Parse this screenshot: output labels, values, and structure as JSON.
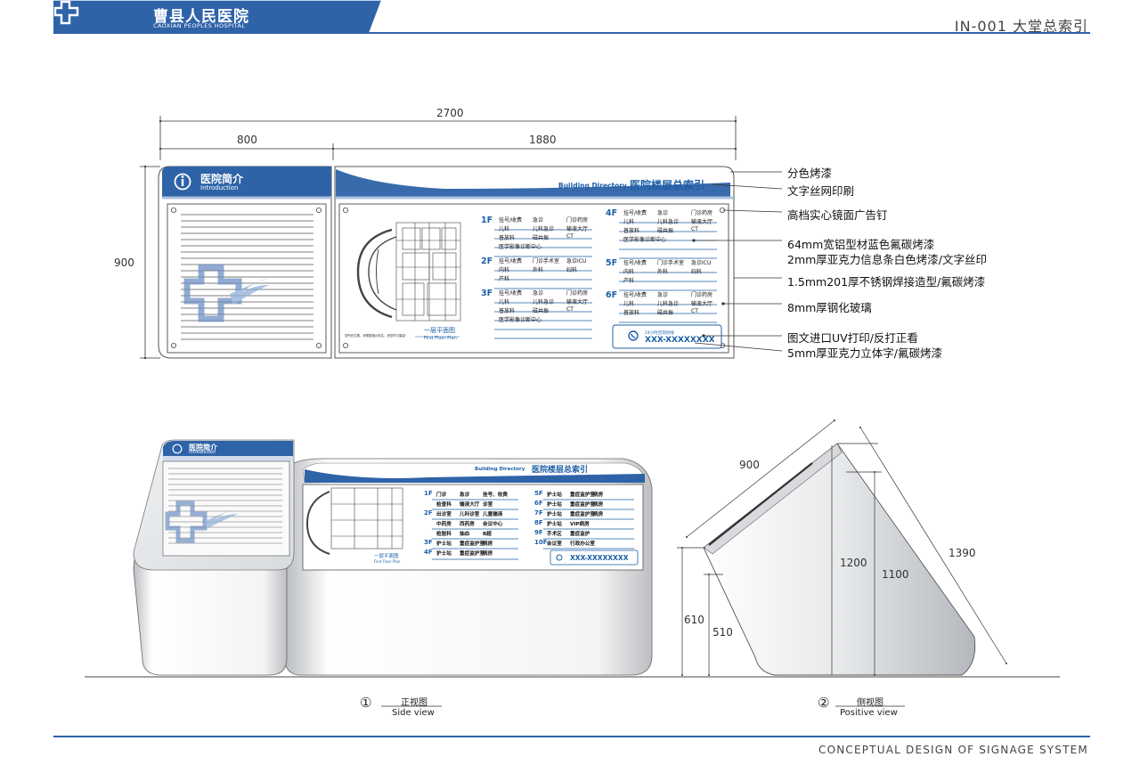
{
  "header": {
    "hospital_name_cn": "曹县人民医院",
    "hospital_name_en": "CAOXIAN PEOPLES HOSPITAL",
    "page_code": "IN-001  大堂总索引",
    "brand_color": "#2e63a8"
  },
  "footer": {
    "caption": "CONCEPTUAL DESIGN OF SIGNAGE SYSTEM"
  },
  "front_plan": {
    "dims": {
      "total_width": "2700",
      "left_width": "800",
      "right_width": "1880",
      "height": "900"
    },
    "intro_panel": {
      "title_cn": "医院简介",
      "title_en": "Introduction"
    },
    "directory_panel": {
      "title_en": "Building Directory",
      "title_cn": "医院楼层总索引",
      "map_caption_cn": "一层平面图",
      "map_caption_en": "First Floor Plan",
      "map_note": "您所在位置，请根据指示前往，祝您早日康复！",
      "hotline_label": "24小时咨询热线",
      "hotline_number": "XXX-XXXXXXXX",
      "floors_left": [
        {
          "floor": "1F",
          "rows": [
            [
              "挂号/收费",
              "急诊",
              "门诊药房"
            ],
            [
              "儿科",
              "儿科急诊",
              "输液大厅"
            ],
            [
              "普放科",
              "磁共振",
              "CT"
            ],
            [
              "医学影像诊断中心",
              "",
              ""
            ]
          ]
        },
        {
          "floor": "2F",
          "rows": [
            [
              "挂号/收费",
              "门诊手术室",
              "急诊ICU"
            ],
            [
              "内科",
              "外科",
              "妇科"
            ],
            [
              "产科",
              "",
              ""
            ]
          ]
        },
        {
          "floor": "3F",
          "rows": [
            [
              "挂号/收费",
              "急诊",
              "门诊药房"
            ],
            [
              "儿科",
              "儿科急诊",
              "输液大厅"
            ],
            [
              "普放科",
              "磁共振",
              "CT"
            ],
            [
              "医学影像诊断中心",
              "",
              ""
            ]
          ]
        }
      ],
      "floors_right": [
        {
          "floor": "4F",
          "rows": [
            [
              "挂号/收费",
              "急诊",
              "门诊药房"
            ],
            [
              "儿科",
              "儿科急诊",
              "输液大厅"
            ],
            [
              "普放科",
              "磁共振",
              "CT"
            ],
            [
              "医学影像诊断中心",
              "",
              ""
            ]
          ]
        },
        {
          "floor": "5F",
          "rows": [
            [
              "挂号/收费",
              "门诊手术室",
              "急诊ICU"
            ],
            [
              "内科",
              "外科",
              "妇科"
            ],
            [
              "产科",
              "",
              ""
            ]
          ]
        },
        {
          "floor": "6F",
          "rows": [
            [
              "挂号/收费",
              "急诊",
              "门诊药房"
            ],
            [
              "儿科",
              "儿科急诊",
              "输液大厅"
            ],
            [
              "普放科",
              "磁共振",
              "CT"
            ]
          ]
        }
      ]
    },
    "annotations": [
      "分色烤漆",
      "文字丝网印刷",
      "高档实心镜面广告钉",
      "64mm宽铝型材蓝色氟碳烤漆",
      "2mm厚亚克力信息条白色烤漆/文字丝印",
      "1.5mm201厚不锈钢焊接造型/氟碳烤漆",
      "8mm厚钢化玻璃",
      "图文进口UV打印/反打正看",
      "5mm厚亚克力立体字/氟碳烤漆"
    ]
  },
  "side_view": {
    "number": "①",
    "title_cn": "正视图",
    "title_en": "Side view",
    "intro_title_cn": "医院简介",
    "intro_title_en": "Introduction",
    "dir_title_en": "Building Directory",
    "dir_title_cn": "医院楼层总索引",
    "map_caption": "一层平面图",
    "map_caption_en": "First Floor Plan",
    "hotline_number": "XXX-XXXXXXXX",
    "floors_left": [
      {
        "floor": "1F",
        "items": [
          "门诊",
          "急诊",
          "挂号、收费"
        ]
      },
      {
        "floor": "",
        "items": [
          "检查科",
          "输液大厅",
          "诊室"
        ]
      },
      {
        "floor": "2F",
        "items": [
          "出诊室",
          "儿科诊室",
          "儿童输液"
        ]
      },
      {
        "floor": "",
        "items": [
          "中药房",
          "西药房",
          "会议中心"
        ]
      },
      {
        "floor": "",
        "items": [
          "检验科",
          "抽血",
          "B超"
        ]
      },
      {
        "floor": "3F",
        "items": [
          "护士站",
          "重症监护室",
          "病房"
        ]
      },
      {
        "floor": "4F",
        "items": [
          "护士站",
          "重症监护室",
          "病房"
        ]
      }
    ],
    "floors_right": [
      {
        "floor": "5F",
        "items": [
          "护士站",
          "重症监护室",
          "病房"
        ]
      },
      {
        "floor": "6F",
        "items": [
          "护士站",
          "重症监护室",
          "病房"
        ]
      },
      {
        "floor": "7F",
        "items": [
          "护士站",
          "重症监护室",
          "病房"
        ]
      },
      {
        "floor": "8F",
        "items": [
          "护士站",
          "VIP病房",
          ""
        ]
      },
      {
        "floor": "9F",
        "items": [
          "手术区",
          "重症监护",
          ""
        ]
      },
      {
        "floor": "10F",
        "items": [
          "会议室",
          "行政办公室",
          ""
        ]
      }
    ]
  },
  "positive_view": {
    "number": "②",
    "title_cn": "侧视图",
    "title_en": "Positive view",
    "dims": {
      "top_width": "900",
      "slant": "1390",
      "h1": "1200",
      "h2": "1100",
      "h3": "610",
      "h4": "510"
    }
  }
}
